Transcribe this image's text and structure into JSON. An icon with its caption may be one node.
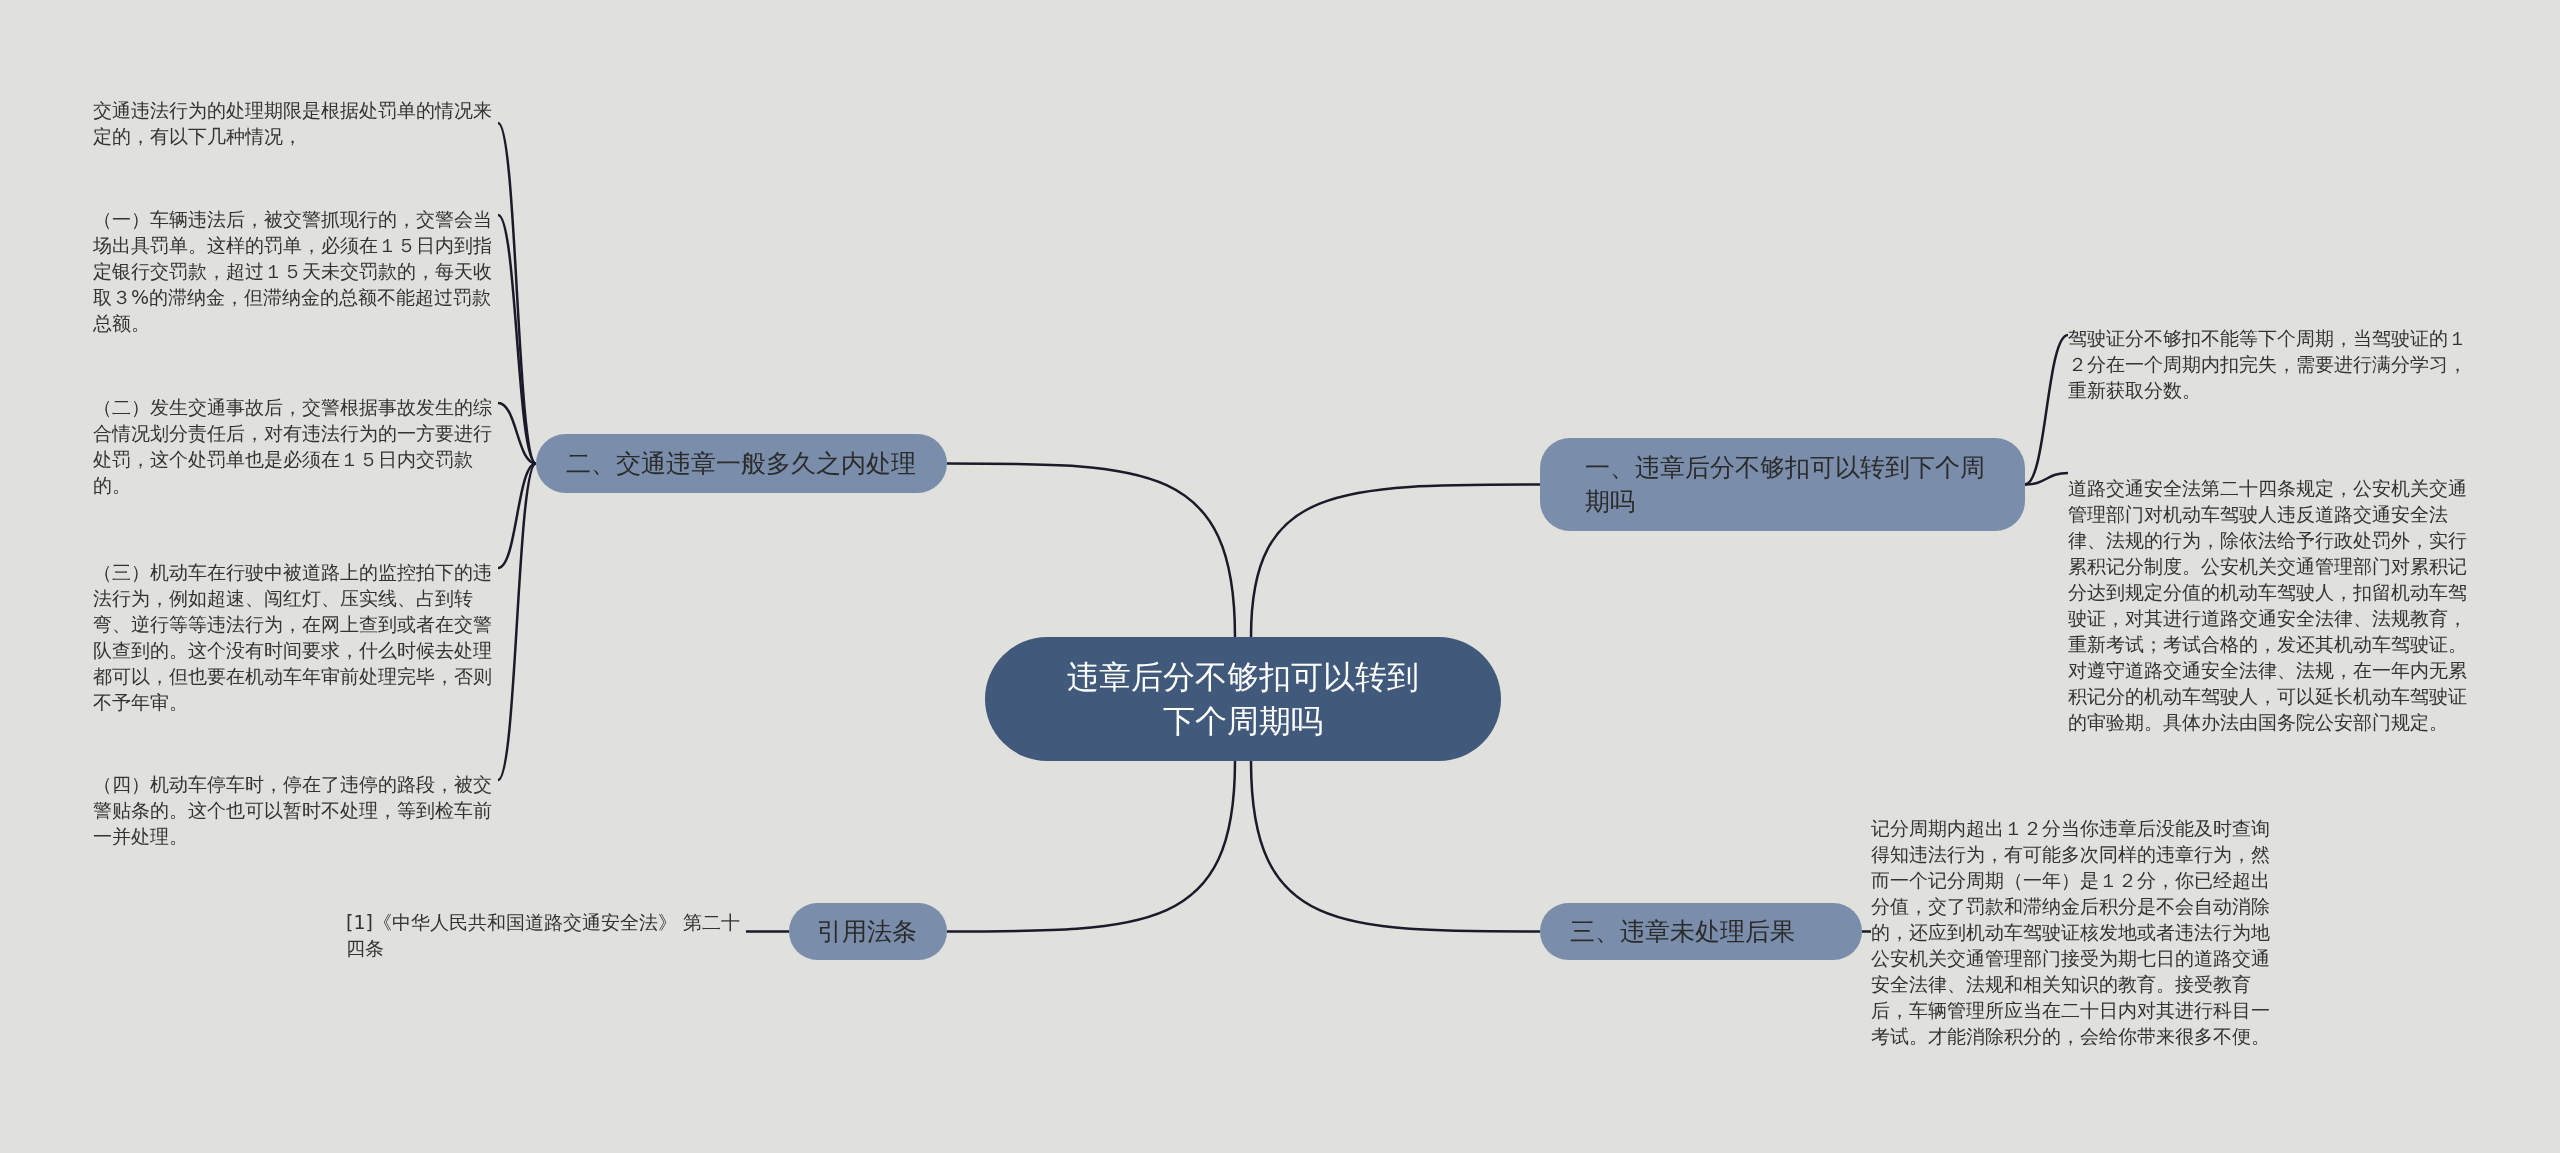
{
  "diagram": {
    "nodes": [
      {
        "text": [
          "违章后分不够扣可以转到下个周期吗"
        ]
      },
      {
        "text": [
          "一、违章后分不够扣可以转到下个周期吗"
        ]
      },
      {
        "text": [
          "驾驶证分不够扣不能等下个周期，当驾驶证的１２分在一个周期内扣完失，需要进行满分学习，重新获取分数。"
        ]
      },
      {
        "text": [
          "道路交通安全法第二十四条规定，公安机关交通管理部门对机动车驾驶人违反道路交通安全法律、法规的行为，除依法给予行政处罚外，实行累积记分制度。公安机关交通管理部门对累积记分达到规定分值的机动车驾驶人，扣留机动车驾驶证，对其进行道路交通安全法律、法规教育，重新考试；考试合格的，发还其机动车驾驶证。对遵守道路交通安全法律、法规，在一年内无累积记分的机动车驾驶人，可以延长机动车驾驶证的审验期。具体办法由国务院公安部门规定。"
        ]
      },
      {
        "text": [
          "二、交通违章一般多久之内处理"
        ]
      },
      {
        "text": [
          "交通违法行为的处理期限是根据处罚单的情况来定的，有以下几种情况，"
        ]
      },
      {
        "text": [
          "（一）车辆违法后，被交警抓现行的，交警会当场出具罚单。这样的罚单，必须在１５日内到指定银行交罚款，超过１５天未交罚款的，每天收取３%的滞纳金，但滞纳金的总额不能超过罚款总额。"
        ]
      },
      {
        "text": [
          "（二）发生交通事故后，交警根据事故发生的综合情况划分责任后，对有违法行为的一方要进行处罚，这个处罚单也是必须在１５日内交罚款的。"
        ]
      },
      {
        "text": [
          "（三）机动车在行驶中被道路上的监控拍下的违法行为，例如超速、闯红灯、压实线、占到转弯、逆行等等违法行为，在网上查到或者在交警队查到的。这个没有时间要求，什么时候去处理都可以，但也要在机动车年审前处理完毕，否则不予年审。"
        ]
      },
      {
        "text": [
          "（四）机动车停车时，停在了违停的路段，被交警贴条的。这个也可以暂时不处理，等到检车前一并处理。"
        ]
      },
      {
        "text": [
          "三、违章未处理后果"
        ]
      },
      {
        "text": [
          "记分周期内超出１２分当你违章后没能及时查询得知违法行为，有可能多次同样的违章行为，然而一个记分周期（一年）是１２分，你已经超出分值，交了罚款和滞纳金后积分是不会自动消除的，还应到机动车驾驶证核发地或者违法行为地公安机关交通管理部门接受为期七日的道路交通安全法律、法规和相关知识的教育。接受教育后，车辆管理所应当在二十日内对其进行科目一考试。才能消除积分的，会给你带来很多不便。"
        ]
      },
      {
        "text": [
          "引用法条"
        ]
      },
      {
        "text": [
          "[1]《中华人民共和国道路交通安全法》 第二十四条"
        ]
      }
    ],
    "edges": [
      {
        "from": 0,
        "to": 1,
        "arrow": "none"
      },
      {
        "from": 1,
        "to": 2,
        "arrow": "none"
      },
      {
        "from": 1,
        "to": 3,
        "arrow": "none"
      },
      {
        "from": 0,
        "to": 4,
        "arrow": "none"
      },
      {
        "from": 4,
        "to": 5,
        "arrow": "none"
      },
      {
        "from": 4,
        "to": 6,
        "arrow": "none"
      },
      {
        "from": 4,
        "to": 7,
        "arrow": "none"
      },
      {
        "from": 4,
        "to": 8,
        "arrow": "none"
      },
      {
        "from": 4,
        "to": 9,
        "arrow": "none"
      },
      {
        "from": 0,
        "to": 10,
        "arrow": "none"
      },
      {
        "from": 10,
        "to": 11,
        "arrow": "none"
      },
      {
        "from": 0,
        "to": 12,
        "arrow": "none"
      },
      {
        "from": 12,
        "to": 13,
        "arrow": "none"
      }
    ]
  }
}
